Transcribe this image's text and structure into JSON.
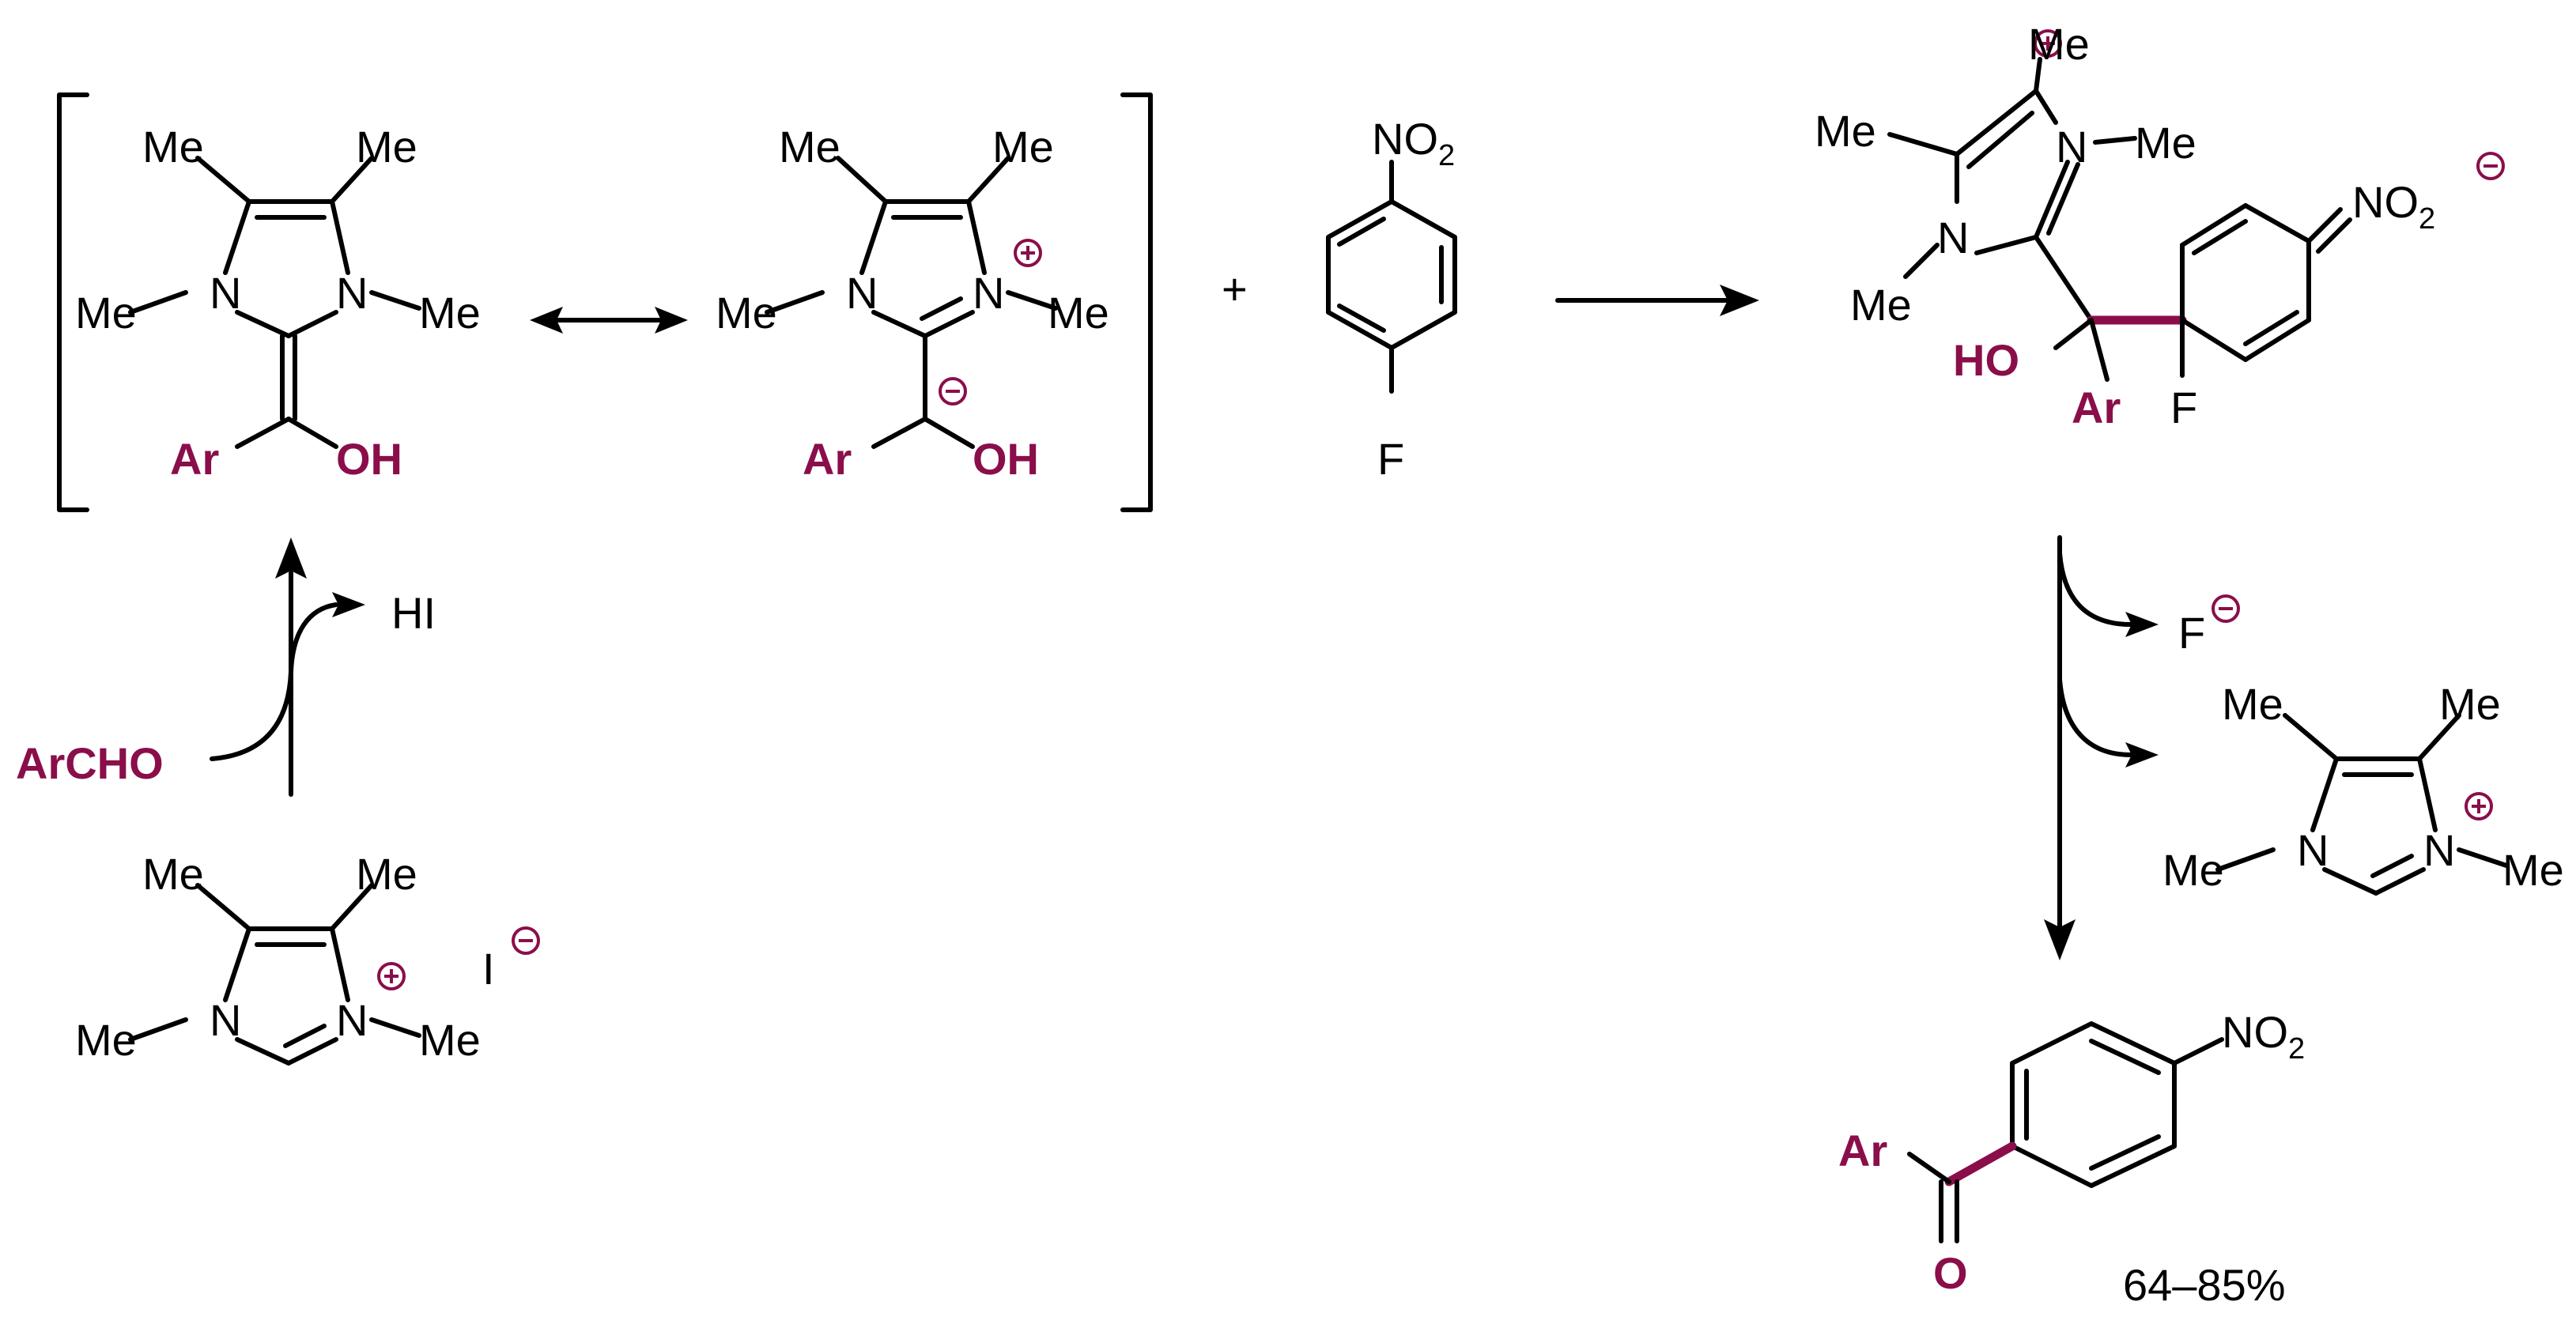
{
  "labels": {
    "me": "Me",
    "n": "N",
    "ar": "Ar",
    "oh": "OH",
    "ho": "HO",
    "o": "O",
    "f": "F",
    "no": "NO",
    "two": "2",
    "plus": "+",
    "iodide": "I",
    "hi": "HI",
    "archo": "ArCHO",
    "yield": "64–85%"
  },
  "colors": {
    "accent": "#8a0e4a",
    "ink": "#000000"
  }
}
